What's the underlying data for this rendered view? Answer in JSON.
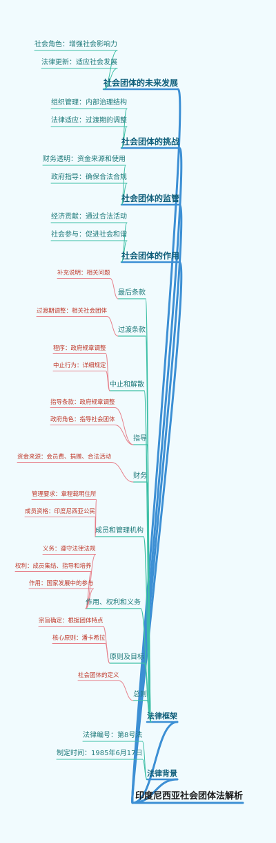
{
  "root": {
    "label": "印度尼西亚社会团体法解析"
  },
  "upper_branches": [
    {
      "label": "社会团体的未来发展",
      "children": [
        "社会角色：增强社会影响力",
        "法律更新：适应社会发展"
      ]
    },
    {
      "label": "社会团体的挑战",
      "children": [
        "组织管理：内部治理结构",
        "法律适应：过渡期的调整"
      ]
    },
    {
      "label": "社会团体的监管",
      "children": [
        "财务透明：资金来源和使用",
        "政府指导：确保合法合规"
      ]
    },
    {
      "label": "社会团体的作用",
      "children": [
        "经济贡献：通过合法活动",
        "社会参与：促进社会和谐"
      ]
    }
  ],
  "legal_framework": {
    "label": "法律框架",
    "sections": [
      {
        "label": "最后条款",
        "children": [
          "补充说明：相关问题"
        ]
      },
      {
        "label": "过渡条款",
        "children": [
          "过渡期调整：相关社会团体"
        ]
      },
      {
        "label": "中止和解散",
        "children": [
          "程序：政府规章调整",
          "中止行为：详细规定"
        ]
      },
      {
        "label": "指导",
        "children": [
          "指导条款：政府规章调整",
          "政府角色：指导社会团体"
        ]
      },
      {
        "label": "财务",
        "children": [
          "资金来源：会员费、捐赠、合法活动"
        ]
      },
      {
        "label": "成员和管理机构",
        "children": [
          "管理要求：章程载明住所",
          "成员资格：印度尼西亚公民"
        ]
      },
      {
        "label": "作用、权利和义务",
        "children": [
          "义务：遵守法律法规",
          "权利：成员集结、指导和培养",
          "作用：国家发展中的参与"
        ]
      },
      {
        "label": "原则及目标",
        "children": [
          "宗旨确定：根据团体特点",
          "核心原则：潘卡希拉"
        ]
      },
      {
        "label": "总则",
        "children": [
          "社会团体的定义"
        ]
      }
    ]
  },
  "legal_background": {
    "label": "法律背景",
    "children": [
      "法律编号：第8号法",
      "制定时间：1985年6月17日"
    ]
  },
  "colors": {
    "background": "#f1fbfe",
    "main_trunk": "#3c8fd4",
    "branch_line": "#3cbfa5",
    "leaf_line_upper": "#3cbfa5",
    "leaf_line_lower": "#e77f8a",
    "leaf_text_lower": "#c0392b"
  }
}
